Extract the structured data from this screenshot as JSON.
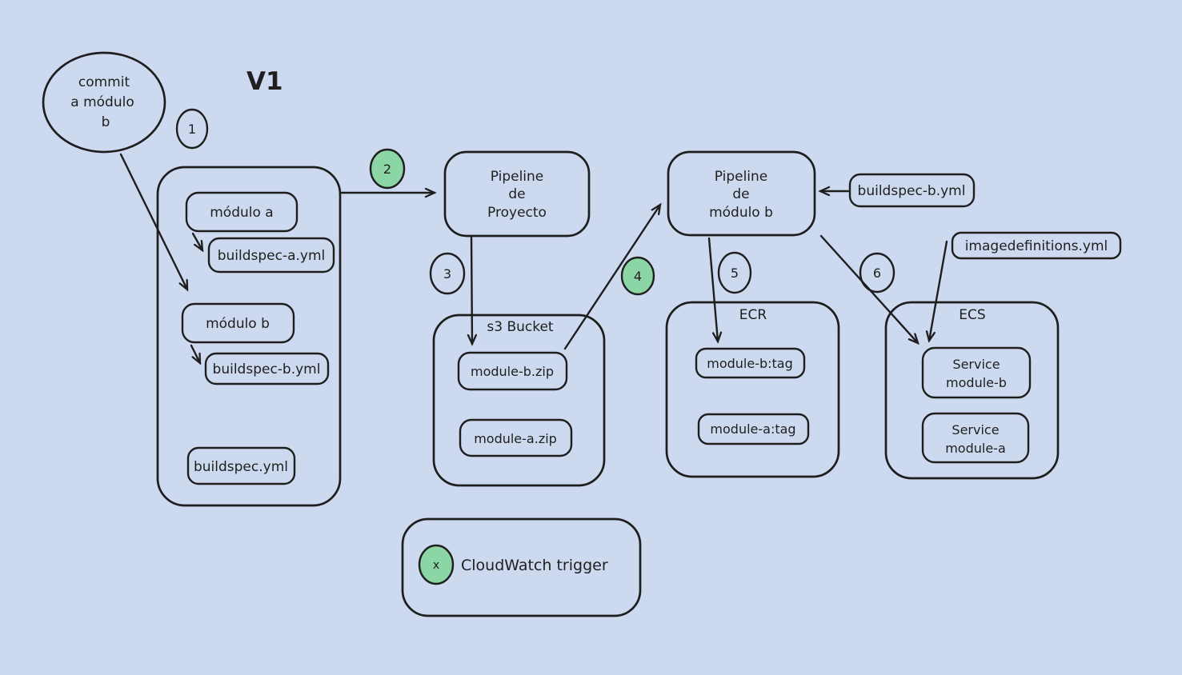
{
  "title": "V1",
  "commit_ellipse": {
    "lines": [
      "commit",
      "a módulo",
      "b"
    ]
  },
  "steps": {
    "s1": "1",
    "s2": "2",
    "s3": "3",
    "s4": "4",
    "s5": "5",
    "s6": "6"
  },
  "repo": {
    "module_a": "módulo a",
    "buildspec_a": "buildspec-a.yml",
    "module_b": "módulo b",
    "buildspec_b": "buildspec-b.yml",
    "buildspec": "buildspec.yml"
  },
  "pipeline_project": {
    "lines": [
      "Pipeline",
      "de",
      "Proyecto"
    ]
  },
  "pipeline_module_b": {
    "lines": [
      "Pipeline",
      "de",
      "módulo b"
    ]
  },
  "buildspec_b_external": "buildspec-b.yml",
  "imagedefinitions": "imagedefinitions.yml",
  "s3": {
    "label": "s3 Bucket",
    "module_b_zip": "module-b.zip",
    "module_a_zip": "module-a.zip"
  },
  "ecr": {
    "label": "ECR",
    "module_b_tag": "module-b:tag",
    "module_a_tag": "module-a:tag"
  },
  "ecs": {
    "label": "ECS",
    "service_b_lines": [
      "Service",
      "module-b"
    ],
    "service_a_lines": [
      "Service",
      "module-a"
    ]
  },
  "legend": {
    "marker": "x",
    "label": "CloudWatch trigger"
  },
  "colors": {
    "background": "#cdd9ef",
    "stroke": "#1e1e1e",
    "trigger_green": "#8cd5a4"
  }
}
